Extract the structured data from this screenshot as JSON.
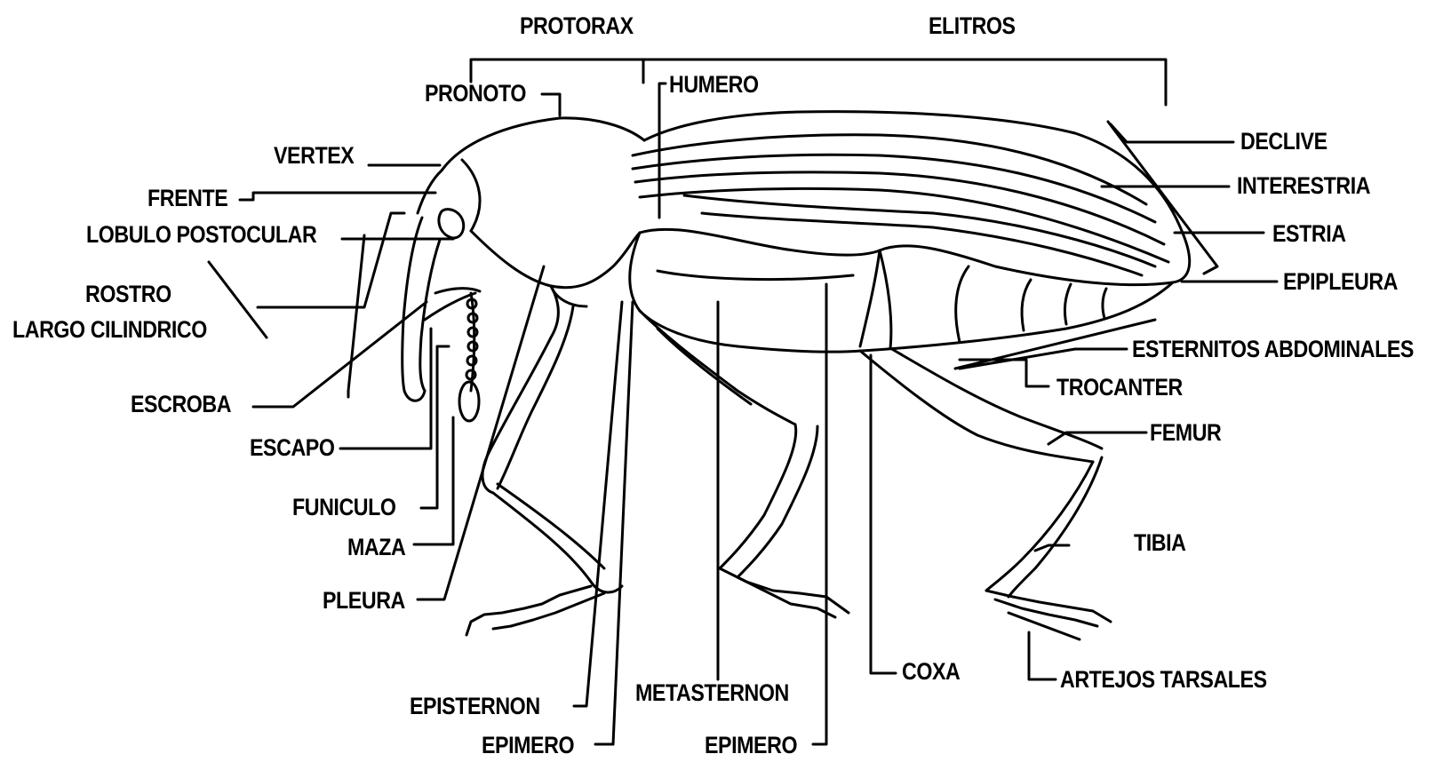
{
  "labels": {
    "protorax": "PROTORAX",
    "elitros": "ELITROS",
    "pronoto": "PRONOTO",
    "humero": "HUMERO",
    "vertex": "VERTEX",
    "frente": "FRENTE",
    "lobulo_postocular": "LOBULO POSTOCULAR",
    "rostro_1": "ROSTRO",
    "rostro_2": "LARGO CILINDRICO",
    "escroba": "ESCROBA",
    "escapo": "ESCAPO",
    "funiculo": "FUNICULO",
    "maza": "MAZA",
    "pleura": "PLEURA",
    "episternon": "EPISTERNON",
    "epimero_1": "EPIMERO",
    "metasternon": "METASTERNON",
    "epimero_2": "EPIMERO",
    "coxa": "COXA",
    "artejos_tarsales": "ARTEJOS TARSALES",
    "tibia": "TIBIA",
    "femur": "FEMUR",
    "trocanter": "TROCANTER",
    "esternitos_abdominales": "ESTERNITOS ABDOMINALES",
    "epipleura": "EPIPLEURA",
    "estria": "ESTRIA",
    "interestria": "INTERESTRIA",
    "declive": "DECLIVE"
  },
  "colors": {
    "ink": "#000000",
    "background": "#ffffff"
  }
}
